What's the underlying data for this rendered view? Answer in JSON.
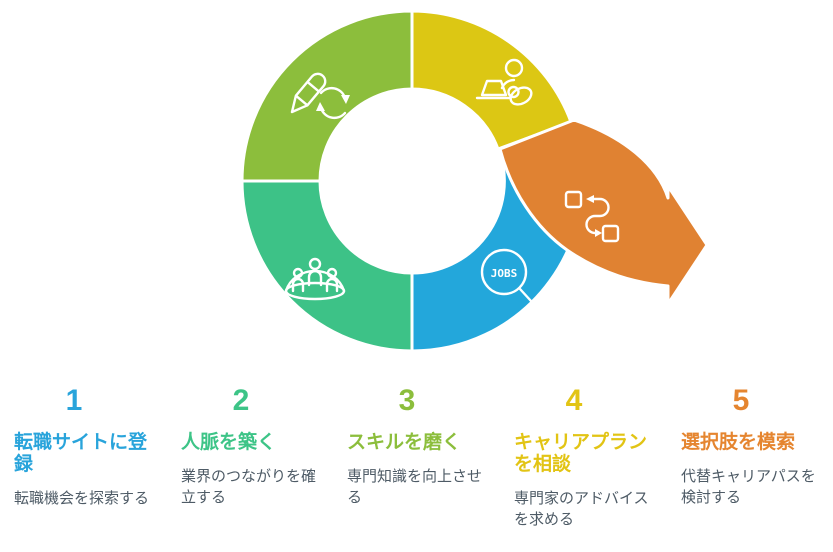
{
  "diagram": {
    "segments": [
      {
        "name": "skills",
        "color": "#8CBE3C",
        "icon": "pencil-refresh-icon"
      },
      {
        "name": "consult",
        "color": "#DCC714",
        "icon": "person-laptop-icon"
      },
      {
        "name": "network",
        "color": "#3DC287",
        "icon": "group-people-icon"
      },
      {
        "name": "register",
        "color": "#23A7DB",
        "icon": "jobs-magnifier-icon"
      },
      {
        "name": "explore",
        "color": "#E08232",
        "icon": "swap-arrows-icon"
      }
    ],
    "jobs_label": "JOBS"
  },
  "steps": [
    {
      "number": "1",
      "color": "#29A4DB",
      "title": "転職サイトに登録",
      "description": "転職機会を探索する"
    },
    {
      "number": "2",
      "color": "#3DC487",
      "title": "人脈を築く",
      "description": "業界のつながりを確立する"
    },
    {
      "number": "3",
      "color": "#8CBE3C",
      "title": "スキルを磨く",
      "description": "専門知識を向上させる"
    },
    {
      "number": "4",
      "color": "#E2C414",
      "title": "キャリアプランを相談",
      "description": "専門家のアドバイスを求める"
    },
    {
      "number": "5",
      "color": "#E5852F",
      "title": "選択肢を模索",
      "description": "代替キャリアパスを検討する"
    }
  ]
}
